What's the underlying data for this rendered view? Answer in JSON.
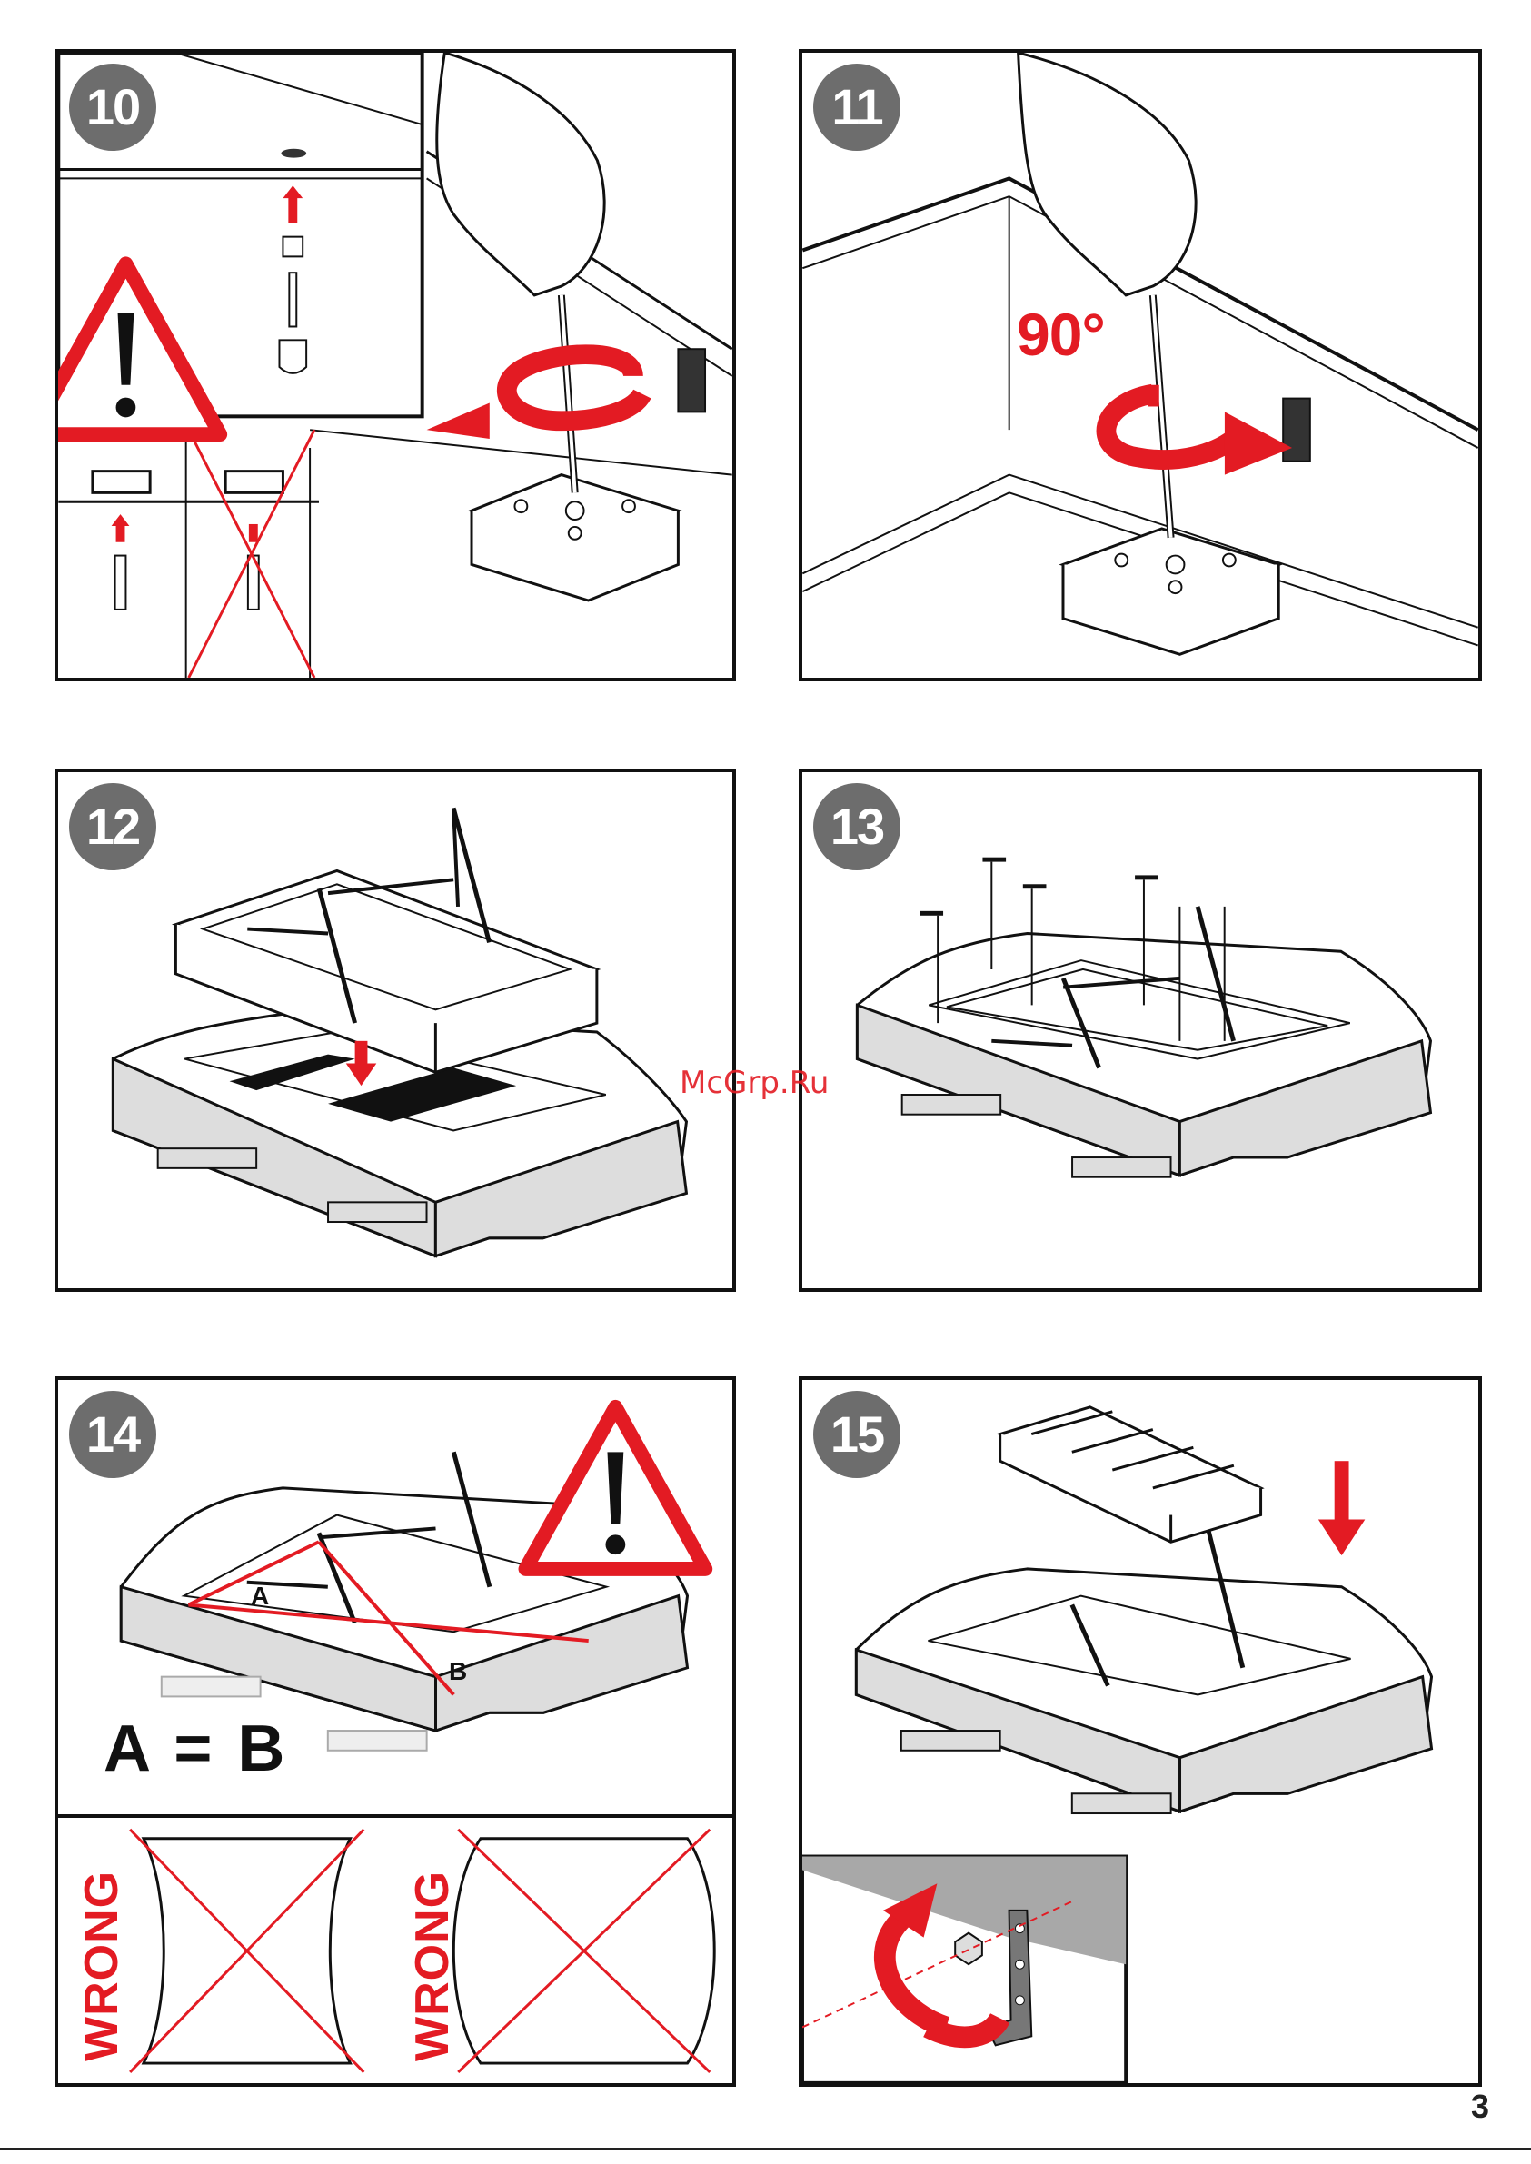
{
  "steps": [
    {
      "number": "10"
    },
    {
      "number": "11",
      "angle": "90°"
    },
    {
      "number": "12"
    },
    {
      "number": "13"
    },
    {
      "number": "14",
      "equation": "A = B",
      "point_a": "A",
      "point_b": "B",
      "wrong_1": "WRONG",
      "wrong_2": "WRONG"
    },
    {
      "number": "15"
    }
  ],
  "icons": [
    "warning-icon",
    "screwdriver-icon",
    "rotate-arrow-icon",
    "down-arrow-icon",
    "cross-icon"
  ],
  "colors": {
    "accent": "#e31b23",
    "badge": "#6d6d6d",
    "line": "#111111"
  },
  "watermark": "McGrp.Ru",
  "page_number": "3"
}
